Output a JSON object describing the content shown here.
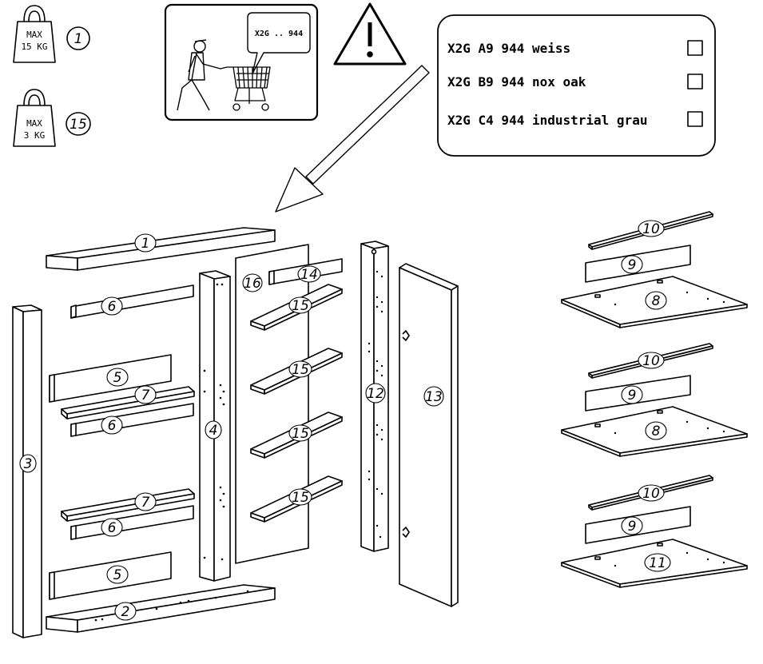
{
  "weights": [
    {
      "line1": "MAX",
      "line2": "15 KG",
      "part": "1"
    },
    {
      "line1": "MAX",
      "line2": "3 KG",
      "part": "15"
    }
  ],
  "shopping_label": "X2G .. 944",
  "products": [
    {
      "code": "X2G A9 944 weiss"
    },
    {
      "code": "X2G B9 944 nox oak"
    },
    {
      "code": "X2G C4 944 industrial grau"
    }
  ],
  "parts": {
    "p1": "1",
    "p2": "2",
    "p3": "3",
    "p4": "4",
    "p5a": "5",
    "p5b": "5",
    "p6a": "6",
    "p6b": "6",
    "p6c": "6",
    "p7a": "7",
    "p7b": "7",
    "p8a": "8",
    "p8b": "8",
    "p9a": "9",
    "p9b": "9",
    "p9c": "9",
    "p10a": "10",
    "p10b": "10",
    "p10c": "10",
    "p11": "11",
    "p12": "12",
    "p13": "13",
    "p14": "14",
    "p15a": "15",
    "p15b": "15",
    "p15c": "15",
    "p15d": "15",
    "p16": "16"
  }
}
